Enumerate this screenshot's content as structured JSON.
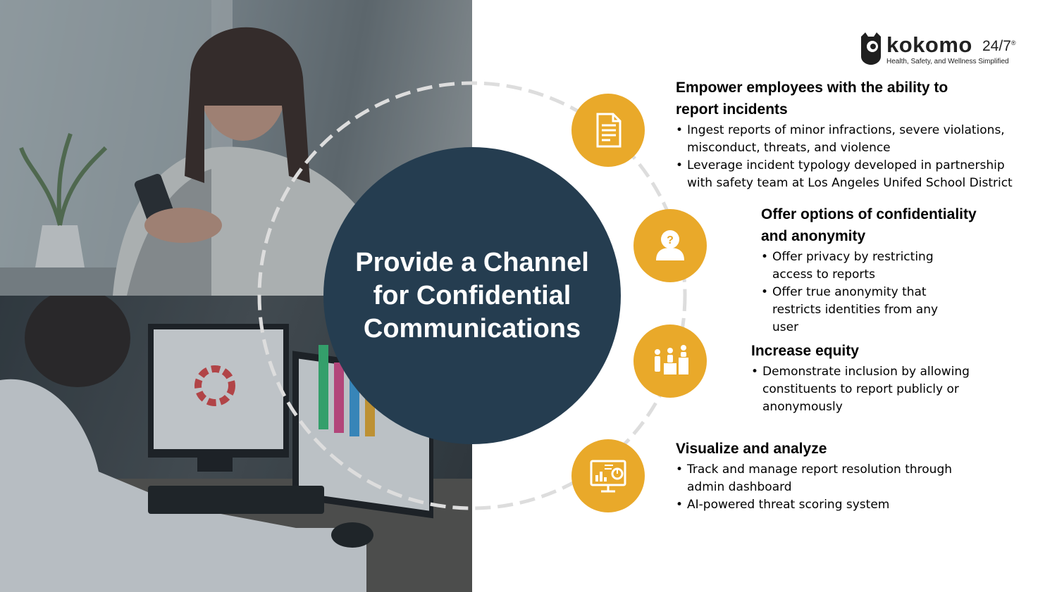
{
  "center_title": "Provide a Channel for Confidential Communications",
  "logo": {
    "word": "kokomo",
    "suffix": "24/7",
    "registered": "®",
    "tagline": "Health, Safety, and Wellness Simplified"
  },
  "colors": {
    "navy": "#253d50",
    "gold": "#e9a92a"
  },
  "icons": [
    "document-icon",
    "anonymous-person-icon",
    "equity-people-icon",
    "dashboard-icon"
  ],
  "sections": [
    {
      "title": "Empower employees with the ability to report incidents",
      "bullets": [
        "Ingest reports of minor infractions, severe violations, misconduct, threats, and violence",
        "Leverage incident typology developed in partnership with safety team at Los Angeles Unifed School District"
      ]
    },
    {
      "title": "Offer options of confidentiality and anonymity",
      "bullets": [
        "Offer privacy by restricting access to reports",
        "Offer true anonymity that restricts identities from any user"
      ]
    },
    {
      "title": "Increase equity",
      "bullets": [
        "Demonstrate inclusion by allowing constituents to report publicly or anonymously"
      ]
    },
    {
      "title": "Visualize and analyze",
      "bullets": [
        "Track and manage report resolution through admin dashboard",
        "AI-powered threat scoring system"
      ]
    }
  ]
}
